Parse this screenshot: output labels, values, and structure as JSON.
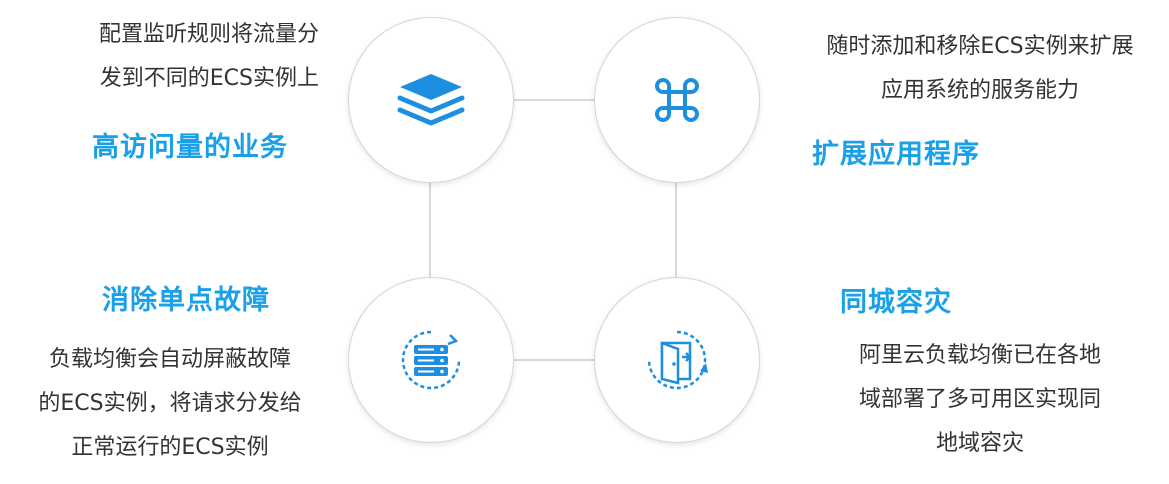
{
  "colors": {
    "accent": "#1aa0e8",
    "icon": "#1e8fe0",
    "text": "#333333",
    "connector": "#d8d8d8"
  },
  "features": {
    "top_left": {
      "icon": "layers-icon",
      "title": "高访问量的业务",
      "lines": [
        "配置监听规则将流量分",
        "发到不同的ECS实例上"
      ]
    },
    "top_right": {
      "icon": "command-icon",
      "title": "扩展应用程序",
      "lines": [
        "随时添加和移除ECS实例来扩展",
        "应用系统的服务能力"
      ]
    },
    "bottom_left": {
      "icon": "server-refresh-icon",
      "title": "消除单点故障",
      "lines": [
        "负载均衡会自动屏蔽故障",
        "的ECS实例，将请求分发给",
        "正常运行的ECS实例"
      ]
    },
    "bottom_right": {
      "icon": "exit-door-icon",
      "title": "同城容灾",
      "lines": [
        "阿里云负载均衡已在各地",
        "域部署了多可用区实现同",
        "地域容灾"
      ]
    }
  }
}
